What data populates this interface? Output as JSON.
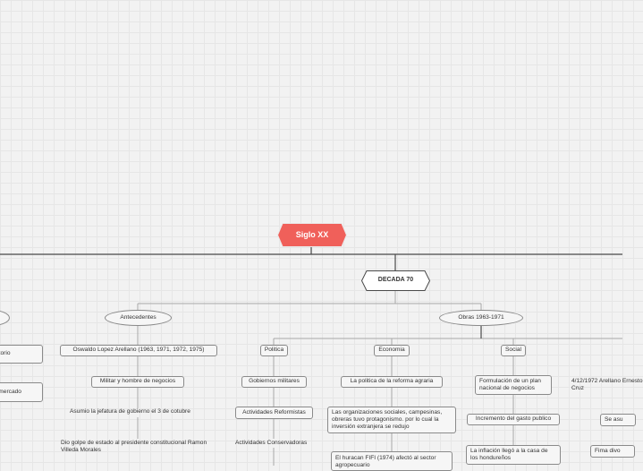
{
  "root": {
    "label": "Siglo XX",
    "color": "#f0605a"
  },
  "decada": {
    "label": "DECADA 70"
  },
  "branches": {
    "antecedentes": "Antecedentes",
    "obras": "Obras 1963-1971"
  },
  "left_partial": {
    "territorio": "ritorio",
    "mercado": "l mercado"
  },
  "antecedentes_items": [
    "Oswaldo Lopez Arellano (1963, 1971, 1972, 1975)",
    "Militar y hombre de negocios",
    "Asumio la jefatura de gobierno el 3 de cotubre",
    "Dio golpe de estado al presidente constitucional Ramon Villeda Morales"
  ],
  "politica": {
    "title": "Politica",
    "items": [
      "Gobiernos militares",
      "Actividades Reformistas",
      "Actividades Conservadoras"
    ]
  },
  "economia": {
    "title": "Economia",
    "items": [
      "La politica de la reforma agraria",
      "Las organizaciones sociales, campesinas, obreras tuvo protagonismo. por lo cual la inversión extranjera se redujo",
      "El huracan FIFI (1974) afectó al sector agropecuario"
    ]
  },
  "social": {
    "title": "Social",
    "items": [
      "Formulación de un plan nacional de negocios",
      "Incremento del gasto publico",
      "La inflación llegó a la casa de los hondureños"
    ]
  },
  "right_partial": {
    "arellano": "4/12/1972 Arellano Ernesto Cruz",
    "asume": "Se asu",
    "firma": "Fima divo"
  }
}
